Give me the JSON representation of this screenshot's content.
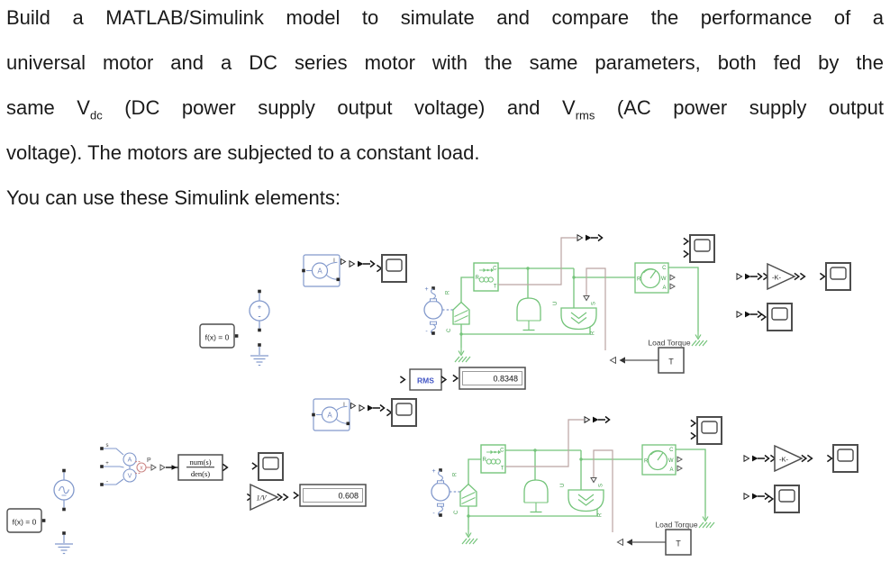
{
  "colors": {
    "simscape_green": "#74c47a",
    "electrical_blue": "#8299cc",
    "broken_connection": "#bba4a2",
    "rms_text_blue": "#4356c5",
    "block_border": "#4d4d4d"
  },
  "instructions": {
    "line1": "Build a MATLAB/Simulink model to simulate and compare the performance of a",
    "line2": "universal motor and a DC series motor with the same parameters, both fed by the",
    "line3_part1": "same V",
    "line3_sub1": "dc",
    "line3_part2": " (DC power supply output voltage) and V",
    "line3_sub2": "rms",
    "line3_part3": " (AC power supply output",
    "line4": "voltage). The motors are subjected to a constant load.",
    "line5": "You can use these Simulink elements:"
  },
  "solver": {
    "label": "f(x) = 0"
  },
  "sources": {
    "plus": "+",
    "minus": "-"
  },
  "ammeter": {
    "label": "A",
    "out_port": "I"
  },
  "rms_block": {
    "label": "RMS"
  },
  "displays": {
    "rms_value": "0.8348",
    "pf_value": "0.608"
  },
  "transfer_fcn": {
    "num": "num(s)",
    "den": "den(s)"
  },
  "gains": {
    "k": "-K-",
    "inv": "1/V"
  },
  "power_sensor": {
    "s": "s",
    "plus": "+",
    "minus": "-",
    "ammeter": "A",
    "voltmeter": "V",
    "mult": "x",
    "p": "P"
  },
  "circuit": {
    "machine_plus": "+",
    "machine_minus": "-",
    "resistor": {
      "r": "R",
      "c": "C"
    },
    "winding": {
      "r": "R",
      "c": "C",
      "t": "T"
    },
    "inertia": {
      "u": "U",
      "s": "S",
      "r": "R"
    },
    "motion_sensor": {
      "r": "R",
      "c": "C",
      "w": "W",
      "a": "A"
    },
    "load_torque_label": "Load Torque",
    "torque_port": "T"
  }
}
